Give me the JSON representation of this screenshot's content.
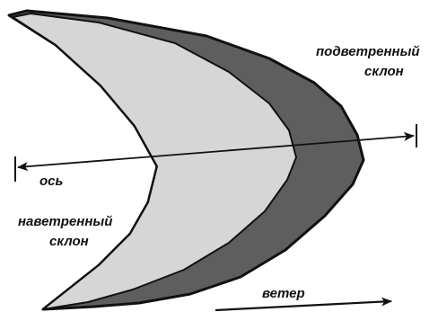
{
  "labels": {
    "leeward_line1": "подветренный",
    "leeward_line2": "склон",
    "axis": "ось",
    "windward_line1": "наветренный",
    "windward_line2": "склон",
    "wind": "ветер"
  },
  "colors": {
    "outer_slope": "#5e5e5e",
    "inner_slope": "#d6d6d6",
    "outline": "#111111",
    "background": "#ffffff"
  },
  "icons": {
    "axis_arrows": "double-headed-arrow",
    "wind_arrow": "right-arrow"
  }
}
